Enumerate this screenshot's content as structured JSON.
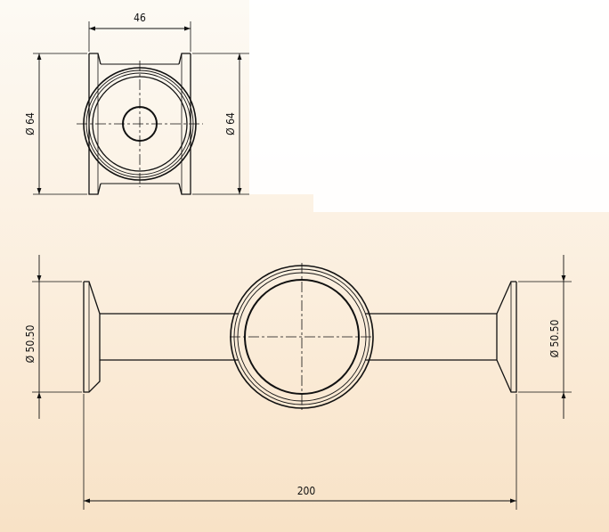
{
  "top_view": {
    "width_dim": "46",
    "left_diameter_dim": "Ø 64",
    "right_diameter_dim": "Ø 64"
  },
  "front_view": {
    "left_diameter_dim": "Ø 50.50",
    "right_diameter_dim": "Ø 50.50",
    "length_dim": "200"
  },
  "colors": {
    "line": "#111111",
    "panel": "#ffffff",
    "background": "#fbeedd"
  }
}
